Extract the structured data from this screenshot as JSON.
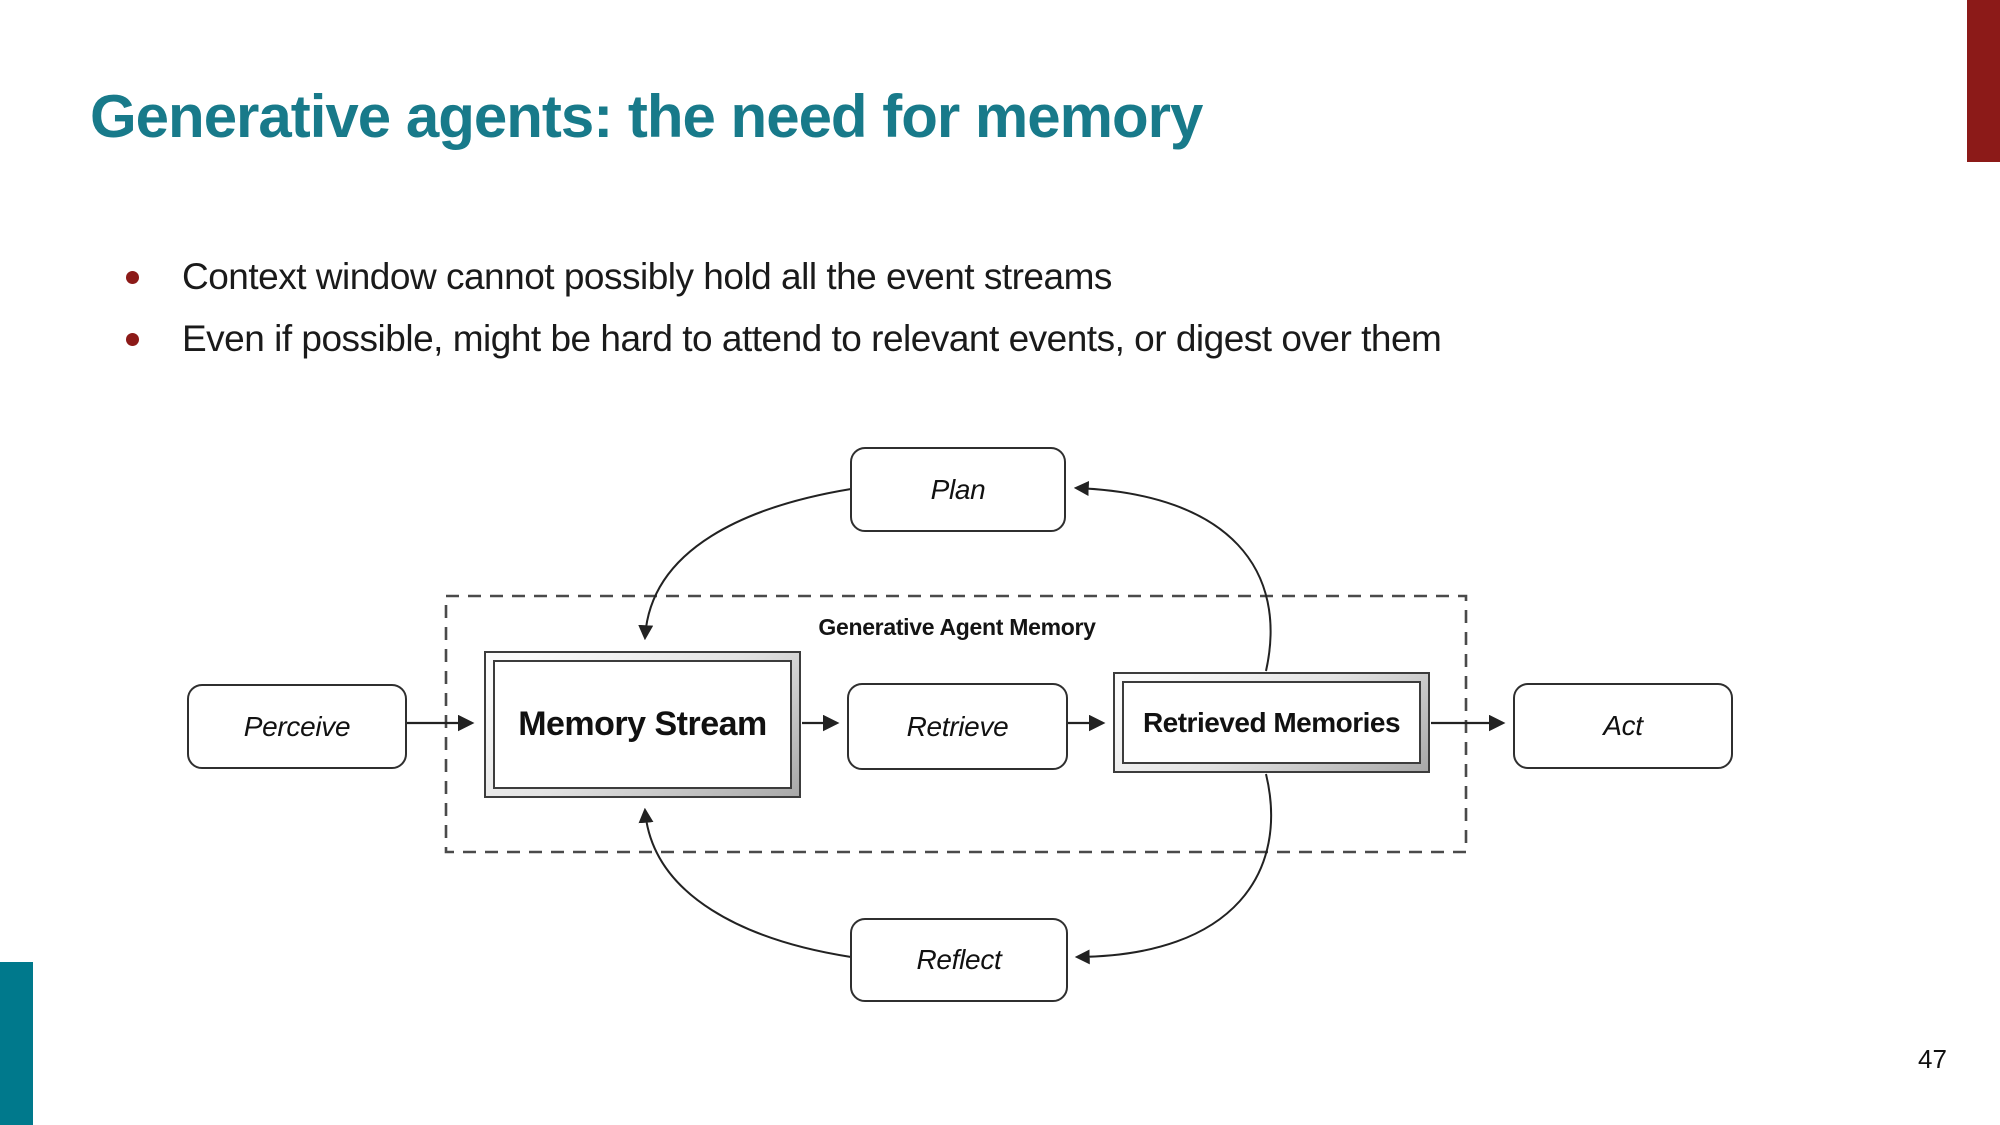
{
  "slide": {
    "title": "Generative agents: the need for memory",
    "bullets": [
      "Context window cannot possibly hold all the event streams",
      "Even if possible, might be hard to attend to relevant events, or digest over them"
    ],
    "page_number": "47"
  },
  "diagram": {
    "container_label": "Generative Agent Memory",
    "nodes": {
      "perceive": "Perceive",
      "memory_stream": "Memory Stream",
      "retrieve": "Retrieve",
      "retrieved_memories": "Retrieved Memories",
      "act": "Act",
      "plan": "Plan",
      "reflect": "Reflect"
    },
    "flows": [
      "Perceive → Memory Stream",
      "Memory Stream → Retrieve",
      "Retrieve → Retrieved Memories",
      "Retrieved Memories → Act",
      "Retrieved Memories → Plan",
      "Plan → Memory Stream",
      "Retrieved Memories → Reflect",
      "Reflect → Memory Stream"
    ]
  },
  "colors": {
    "title_teal": "#187a8a",
    "accent_red": "#8c1a18",
    "accent_teal": "#00798c",
    "diagram_line": "#222222"
  }
}
